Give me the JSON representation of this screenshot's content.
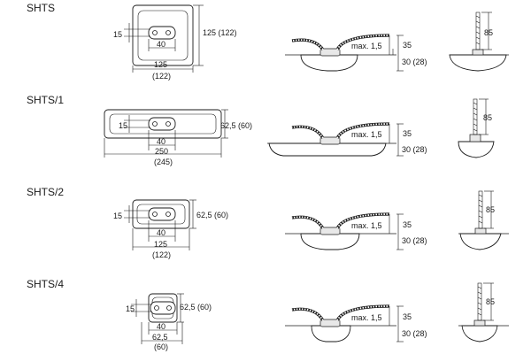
{
  "variants": [
    {
      "label": "SHTS",
      "dims": {
        "slot_height": "15",
        "slot_width": "40",
        "height": "125 (122)",
        "width": "125",
        "width_alt": "(122)"
      },
      "side": {
        "max": "max. 1,5",
        "h1": "35",
        "h2": "30 (28)"
      },
      "rod": {
        "h": "85"
      }
    },
    {
      "label": "SHTS/1",
      "dims": {
        "slot_height": "15",
        "slot_width": "40",
        "height": "62,5 (60)",
        "width": "250",
        "width_alt": "(245)"
      },
      "side": {
        "max": "max. 1,5",
        "h1": "35",
        "h2": "30 (28)"
      },
      "rod": {
        "h": "85"
      }
    },
    {
      "label": "SHTS/2",
      "dims": {
        "slot_height": "15",
        "slot_width": "40",
        "height": "62,5 (60)",
        "width": "125",
        "width_alt": "(122)"
      },
      "side": {
        "max": "max. 1,5",
        "h1": "35",
        "h2": "30 (28)"
      },
      "rod": {
        "h": "85"
      }
    },
    {
      "label": "SHTS/4",
      "dims": {
        "slot_height": "15",
        "slot_width": "40",
        "height": "62,5 (60)",
        "width": "62,5",
        "width_alt": "(60)"
      },
      "side": {
        "max": "max. 1,5",
        "h1": "35",
        "h2": "30 (28)"
      },
      "rod": {
        "h": "85"
      }
    }
  ]
}
